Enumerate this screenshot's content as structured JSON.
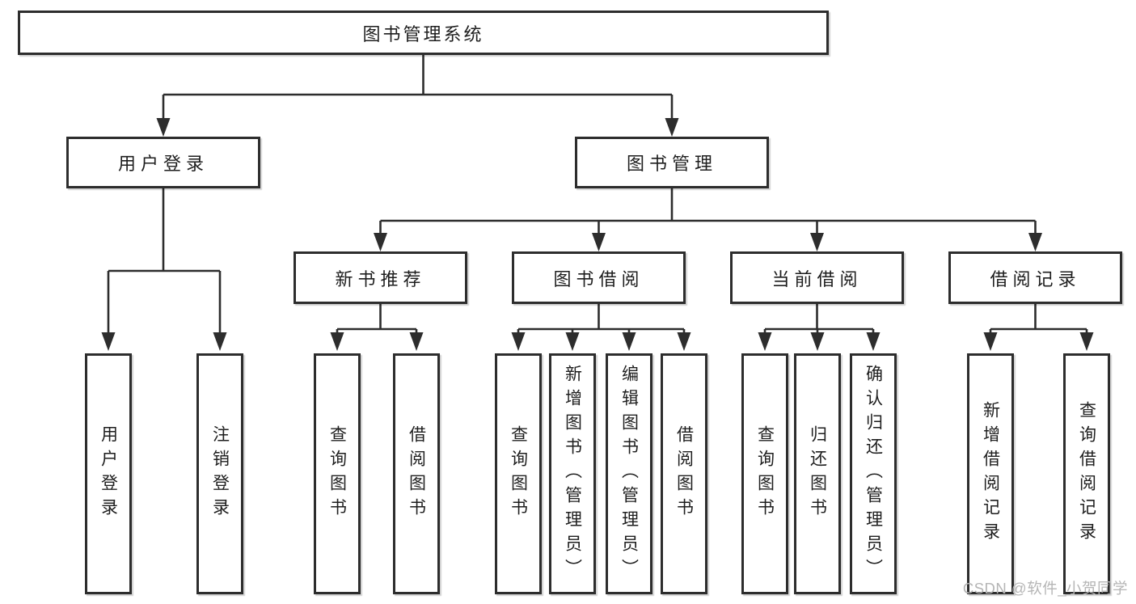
{
  "diagram": {
    "root": {
      "label": "图书管理系统"
    },
    "branches": [
      {
        "label": "用户登录",
        "children": [
          {
            "label": "用户登录"
          },
          {
            "label": "注销登录"
          }
        ]
      },
      {
        "label": "图书管理",
        "children": [
          {
            "label": "新书推荐",
            "children": [
              {
                "label": "查询图书"
              },
              {
                "label": "借阅图书"
              }
            ]
          },
          {
            "label": "图书借阅",
            "children": [
              {
                "label": "查询图书"
              },
              {
                "label": "新增图书（管理员）"
              },
              {
                "label": "编辑图书（管理员）"
              },
              {
                "label": "借阅图书"
              }
            ]
          },
          {
            "label": "当前借阅",
            "children": [
              {
                "label": "查询图书"
              },
              {
                "label": "归还图书"
              },
              {
                "label": "确认归还（管理员）"
              }
            ]
          },
          {
            "label": "借阅记录",
            "children": [
              {
                "label": "新增借阅记录"
              },
              {
                "label": "查询借阅记录"
              }
            ]
          }
        ]
      }
    ]
  },
  "watermark": {
    "text": "CSDN @软件_小贺同学"
  },
  "colors": {
    "line": "#2d2d2d",
    "box_border": "#2d2d2d",
    "box_fill": "#ffffff",
    "text": "#1e1e1e",
    "watermark_text": "#b5b5b5",
    "background": "#ffffff"
  }
}
